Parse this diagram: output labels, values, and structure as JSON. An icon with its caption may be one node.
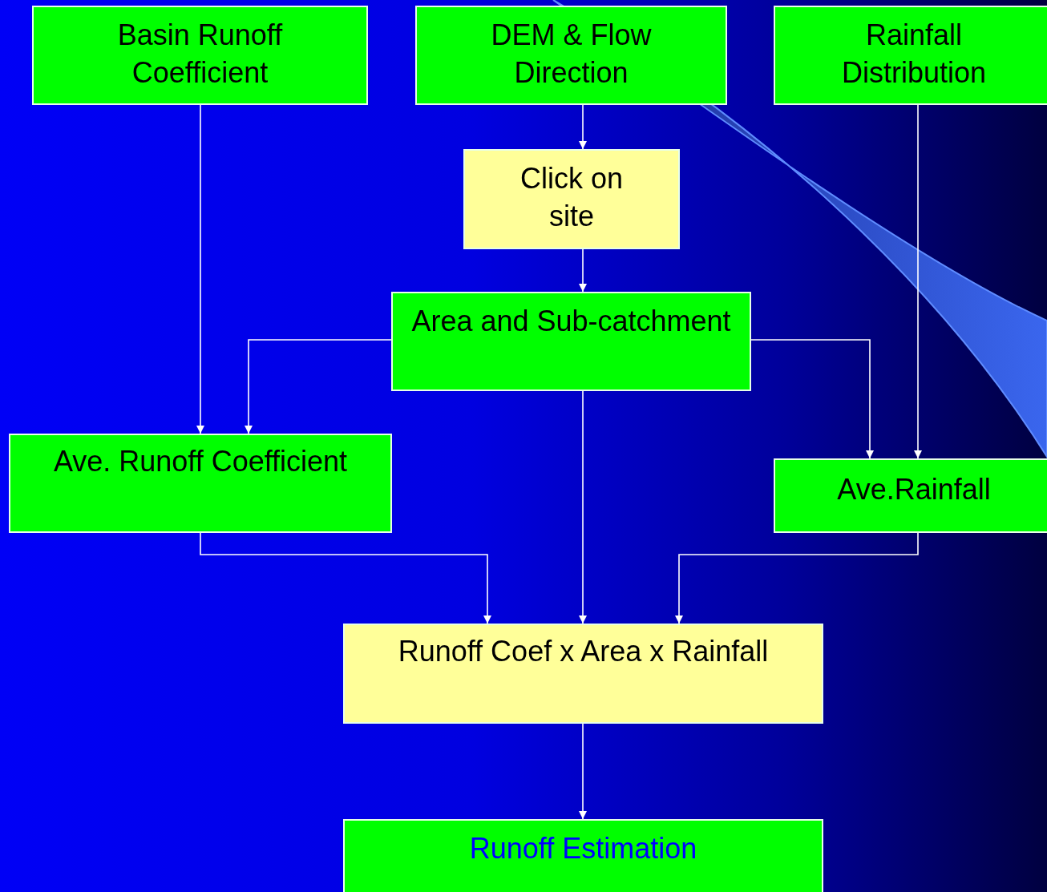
{
  "diagram": {
    "nodes": [
      {
        "text": [
          "Basin Runoff Coefficient"
        ]
      },
      {
        "text": [
          "DEM & Flow Direction"
        ]
      },
      {
        "text": [
          "Rainfall Distribution"
        ]
      },
      {
        "text": [
          "Click on site"
        ]
      },
      {
        "text": [
          "Area and Sub-catchment"
        ]
      },
      {
        "text": [
          "Ave. Runoff Coefficient"
        ]
      },
      {
        "text": [
          "Ave.Rainfall"
        ]
      },
      {
        "text": [
          "Runoff Coef x Area x Rainfall"
        ]
      },
      {
        "text": [
          "Runoff Estimation"
        ]
      }
    ],
    "edges": [
      {
        "from": 0,
        "to": 5,
        "arrow": "to"
      },
      {
        "from": 1,
        "to": 3,
        "arrow": "to"
      },
      {
        "from": 3,
        "to": 4,
        "arrow": "to"
      },
      {
        "from": 4,
        "to": 5,
        "arrow": "to"
      },
      {
        "from": 4,
        "to": 6,
        "arrow": "to"
      },
      {
        "from": 2,
        "to": 6,
        "arrow": "to"
      },
      {
        "from": 5,
        "to": 7,
        "arrow": "to"
      },
      {
        "from": 4,
        "to": 7,
        "arrow": "to"
      },
      {
        "from": 6,
        "to": 7,
        "arrow": "to"
      },
      {
        "from": 7,
        "to": 8,
        "arrow": "to"
      }
    ]
  }
}
